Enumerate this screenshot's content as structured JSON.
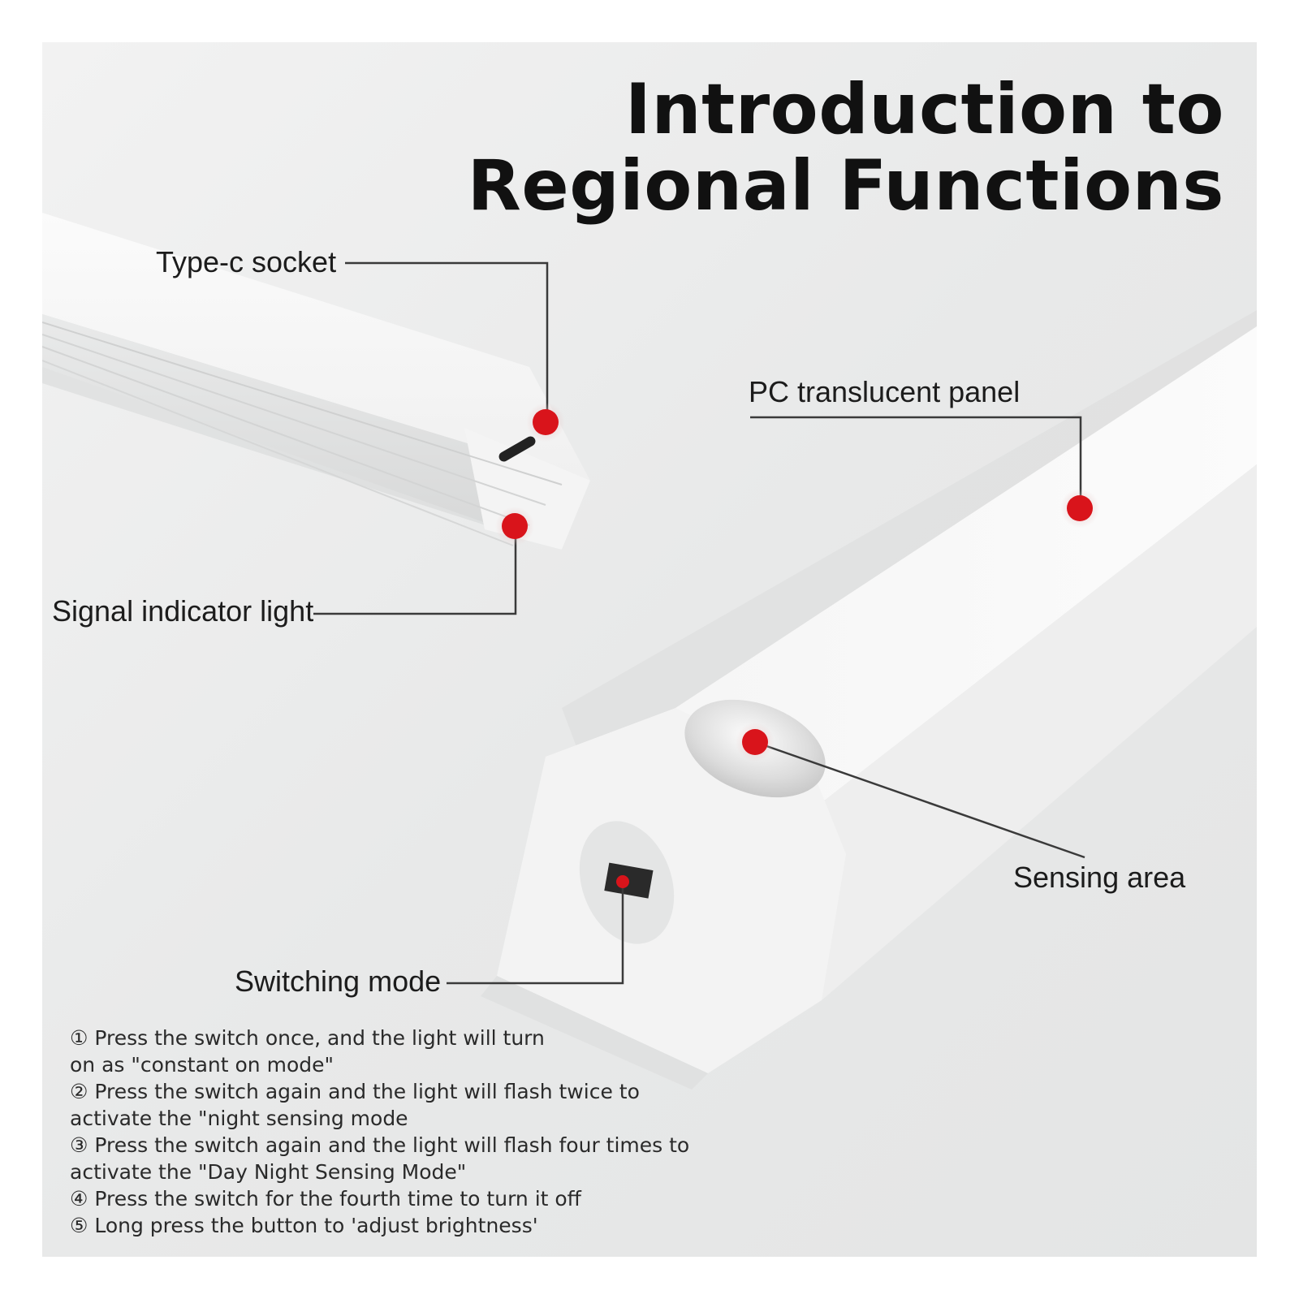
{
  "title": {
    "line1": "Introduction to",
    "line2": "Regional Functions"
  },
  "callouts": {
    "type_c_socket": "Type-c socket",
    "signal_indicator_light": "Signal indicator light",
    "pc_translucent_panel": "PC translucent panel",
    "sensing_area": "Sensing area",
    "switching_mode": "Switching mode"
  },
  "instructions": [
    "① Press the switch once, and the light will turn",
    "on as \"constant on mode\"",
    "② Press the switch again and the light will flash twice to",
    "activate the \"night sensing mode",
    "③ Press the switch again and the light will flash four times to",
    "activate the \"Day Night Sensing Mode\"",
    "④ Press the switch for the fourth time to turn it off",
    "⑤ Long press the button to 'adjust brightness'"
  ],
  "colors": {
    "marker": "#d9141b",
    "background": "#eceded",
    "leader": "#3a3a3a"
  }
}
